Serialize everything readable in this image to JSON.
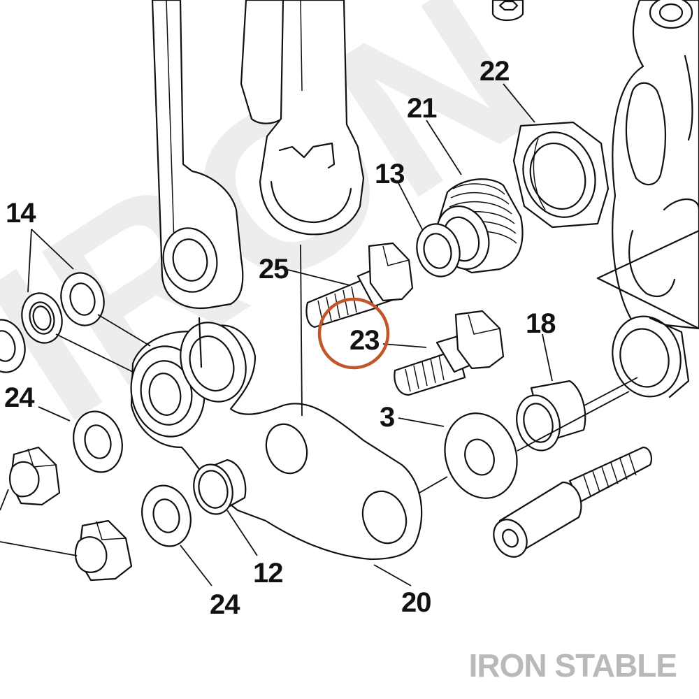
{
  "watermark": {
    "text": "IRON"
  },
  "brand": {
    "text": "IRON STABLE"
  },
  "highlight": {
    "color": "#c0562a",
    "target": "23"
  },
  "colors": {
    "ink": "#111111",
    "watermark": "#ededed",
    "brand": "#b9b9b9"
  },
  "callouts": [
    {
      "id": "14",
      "label": "14"
    },
    {
      "id": "22",
      "label": "22"
    },
    {
      "id": "21",
      "label": "21"
    },
    {
      "id": "13",
      "label": "13"
    },
    {
      "id": "25",
      "label": "25"
    },
    {
      "id": "23",
      "label": "23"
    },
    {
      "id": "18",
      "label": "18"
    },
    {
      "id": "24a",
      "label": "24"
    },
    {
      "id": "3",
      "label": "3"
    },
    {
      "id": "12",
      "label": "12"
    },
    {
      "id": "24b",
      "label": "24"
    },
    {
      "id": "20",
      "label": "20"
    }
  ]
}
